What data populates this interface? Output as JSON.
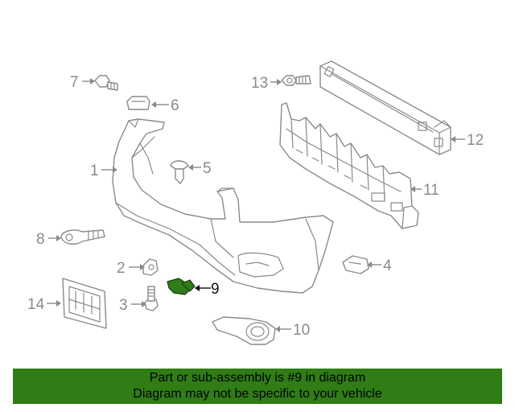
{
  "diagram": {
    "callouts": [
      {
        "id": "1",
        "label": "1"
      },
      {
        "id": "2",
        "label": "2"
      },
      {
        "id": "3",
        "label": "3"
      },
      {
        "id": "4",
        "label": "4"
      },
      {
        "id": "5",
        "label": "5"
      },
      {
        "id": "6",
        "label": "6"
      },
      {
        "id": "7",
        "label": "7"
      },
      {
        "id": "8",
        "label": "8"
      },
      {
        "id": "9",
        "label": "9"
      },
      {
        "id": "10",
        "label": "10"
      },
      {
        "id": "11",
        "label": "11"
      },
      {
        "id": "12",
        "label": "12"
      },
      {
        "id": "13",
        "label": "13"
      },
      {
        "id": "14",
        "label": "14"
      }
    ],
    "highlighted_callout": "9",
    "colors": {
      "line_art": "#8a8a8a",
      "highlight_part": "#2e7d17",
      "banner_background": "#2f7d14",
      "banner_text": "#000000"
    }
  },
  "banner": {
    "line1": "Part or sub-assembly is #9 in diagram",
    "line2": "Diagram may not be specific to your vehicle"
  }
}
